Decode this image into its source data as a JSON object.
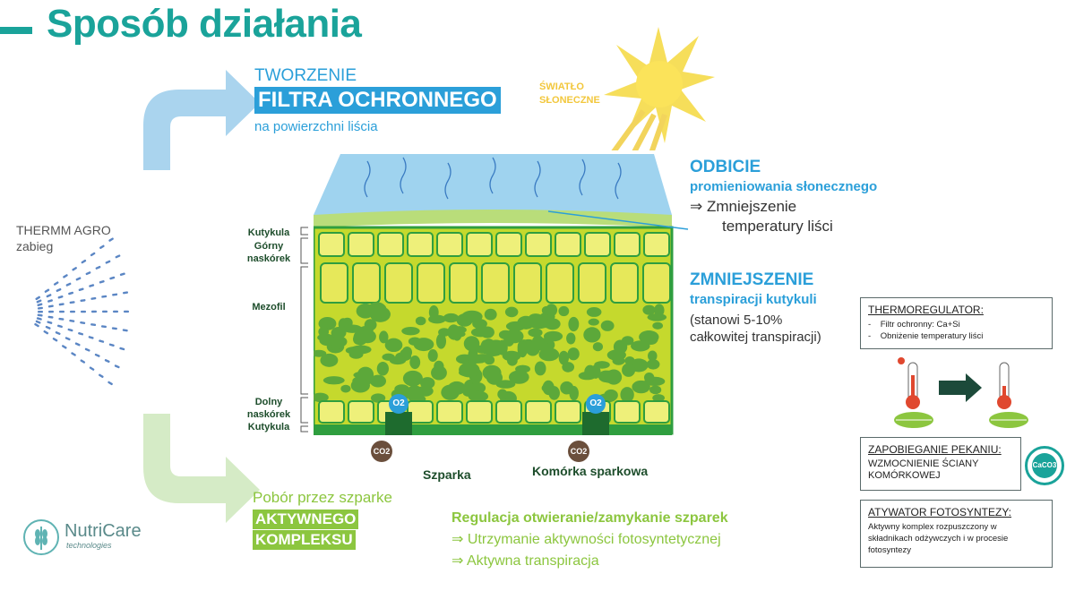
{
  "title": "Sposób działania",
  "spray": {
    "line1": "THERMM AGRO",
    "line2": "zabieg"
  },
  "top_callout": {
    "line1": "TWORZENIE",
    "highlight": "FILTRA OCHRONNEGO",
    "line3": "na powierzchni liścia"
  },
  "bottom_callout": {
    "line1": "Pobór przez szparke",
    "highlight1": "AKTYWNEGO",
    "highlight2": "KOMPLEKSU"
  },
  "sun_label": {
    "line1": "ŚWIATŁO",
    "line2": "SŁONECZNE"
  },
  "leaf_labels": {
    "kutykula_top": "Kutykula",
    "gorny1": "Górny",
    "gorny2": "naskórek",
    "mezofil": "Mezofil",
    "dolny1": "Dolny",
    "dolny2": "naskórek",
    "kutykula_bottom": "Kutykula"
  },
  "gas": {
    "o2": "O2",
    "co2": "CO2"
  },
  "stoma_labels": {
    "szparka": "Szparka",
    "komorka": "Komórka sparkowa"
  },
  "reflection": {
    "title": "ODBICIE",
    "subtitle": "promieniowania słonecznego",
    "arrow": "⇒",
    "line1": "Zmniejszenie",
    "line2": "temperatury liści"
  },
  "reduction": {
    "title": "ZMNIEJSZENIE",
    "subtitle": "transpiracji kutykuli",
    "line1": "(stanowi 5-10%",
    "line2": "całkowitej transpiracji)"
  },
  "regulation": {
    "title": "Regulacja otwieranie/zamykanie szparek",
    "arrow": "⇒",
    "item1": "Utrzymanie aktywności fotosyntetycznej",
    "item2": "Aktywna transpiracja"
  },
  "thermo_box": {
    "heading": "THERMOREGULATOR:",
    "dash": "-",
    "item1": "Filtr ochronny: Ca+Si",
    "item2": "Obniżenie temperatury liści"
  },
  "pekanie_box": {
    "heading": "ZAPOBIEGANIE PEKANIU:",
    "line1": "WZMOCNIENIE ŚCIANY",
    "line2": "KOMÓRKOWEJ",
    "badge": "CaCO3"
  },
  "foto_box": {
    "heading": "ATYWATOR FOTOSYNTEZY:",
    "line1": "Aktywny komplex rozpuszczony w",
    "line2": "składnikach odżywczych i w procesie",
    "line3": "fotosyntezy"
  },
  "logo": {
    "name": "NutriCare",
    "sub": "technologies"
  },
  "colors": {
    "teal": "#1aa39a",
    "cyan": "#2b9fd9",
    "green": "#8cc63f",
    "leaf": "#c5d92d",
    "epidermis": "#e6e85a",
    "cuticle": "#2f9e3f"
  }
}
